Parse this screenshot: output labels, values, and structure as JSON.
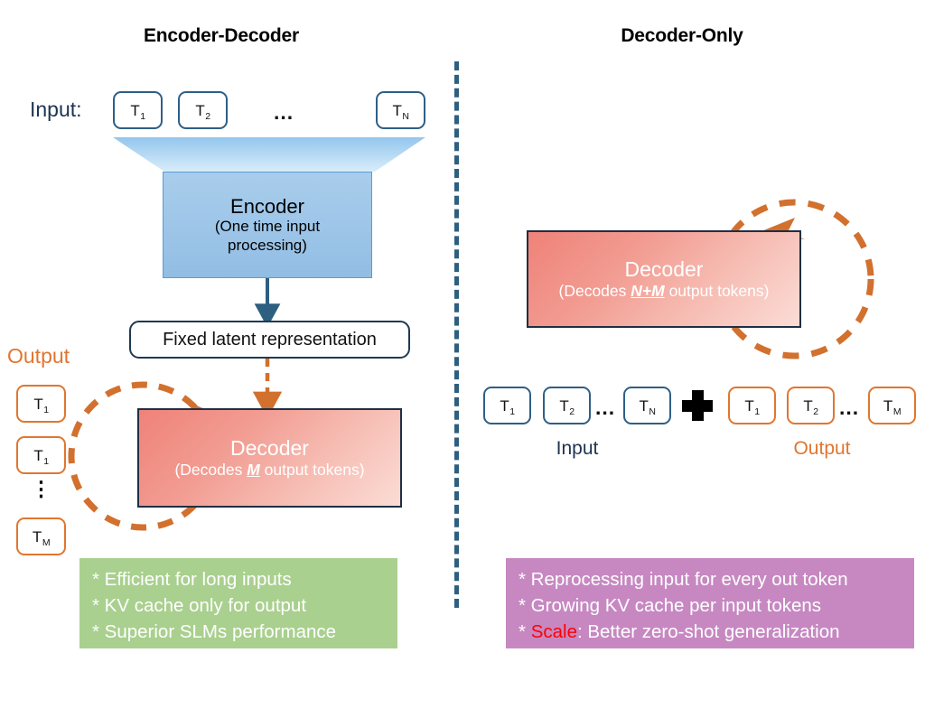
{
  "left_panel": {
    "title": "Encoder-Decoder",
    "input_label": "Input:",
    "input_tokens": [
      {
        "base": "T",
        "sub": "1"
      },
      {
        "base": "T",
        "sub": "2"
      },
      {
        "base": "T",
        "sub": "N"
      }
    ],
    "input_ellipsis": "...",
    "encoder": {
      "title": "Encoder",
      "sub_line1": "(One time input",
      "sub_line2": "processing)"
    },
    "latent": "Fixed latent representation",
    "decoder": {
      "title": "Decoder",
      "sub_prefix": "(Decodes ",
      "sub_emphasis": "M",
      "sub_suffix": " output tokens)"
    },
    "output_label": "Output",
    "output_tokens": [
      {
        "base": "T",
        "sub": "1"
      },
      {
        "base": "T",
        "sub": "1"
      },
      {
        "base": "T",
        "sub": "M"
      }
    ],
    "output_ellipsis": "⋮",
    "notes": [
      "* Efficient for long inputs",
      "* KV cache only for output",
      "* Superior SLMs performance"
    ]
  },
  "right_panel": {
    "title": "Decoder-Only",
    "decoder": {
      "title": "Decoder",
      "sub_prefix": "(Decodes ",
      "sub_emphasis": "N+M",
      "sub_suffix": " output tokens)"
    },
    "input_tokens": [
      {
        "base": "T",
        "sub": "1"
      },
      {
        "base": "T",
        "sub": "2"
      },
      {
        "base": "T",
        "sub": "N"
      }
    ],
    "input_ellipsis": "...",
    "output_tokens": [
      {
        "base": "T",
        "sub": "1"
      },
      {
        "base": "T",
        "sub": "2"
      },
      {
        "base": "T",
        "sub": "M"
      }
    ],
    "output_ellipsis": "...",
    "plus_symbol": "+",
    "input_label": "Input",
    "output_label": "Output",
    "notes": [
      {
        "text": "* Reprocessing input for every out token",
        "highlight": ""
      },
      {
        "text": "* Growing KV cache per input tokens",
        "highlight": ""
      },
      {
        "prefix": "* ",
        "highlight": "Scale",
        "suffix": ": Better zero-shot generalization"
      }
    ]
  },
  "colors": {
    "encoder_fill": "#9cc5e8",
    "encoder_border": "#5b9bd5",
    "decoder_gradient_start": "#ef8278",
    "decoder_gradient_end": "#fbdcd6",
    "decoder_border": "#1f2f44",
    "token_blue_border": "#2e5f86",
    "token_orange_border": "#e0762f",
    "loop_arrow": "#d2702e",
    "divider": "#2d5f80",
    "note_green": "#a9d08e",
    "note_purple": "#c788c2",
    "highlight_red": "#ff0000",
    "funnel_top": "#9ecbf0",
    "funnel_bottom": "#cfe6f8"
  }
}
